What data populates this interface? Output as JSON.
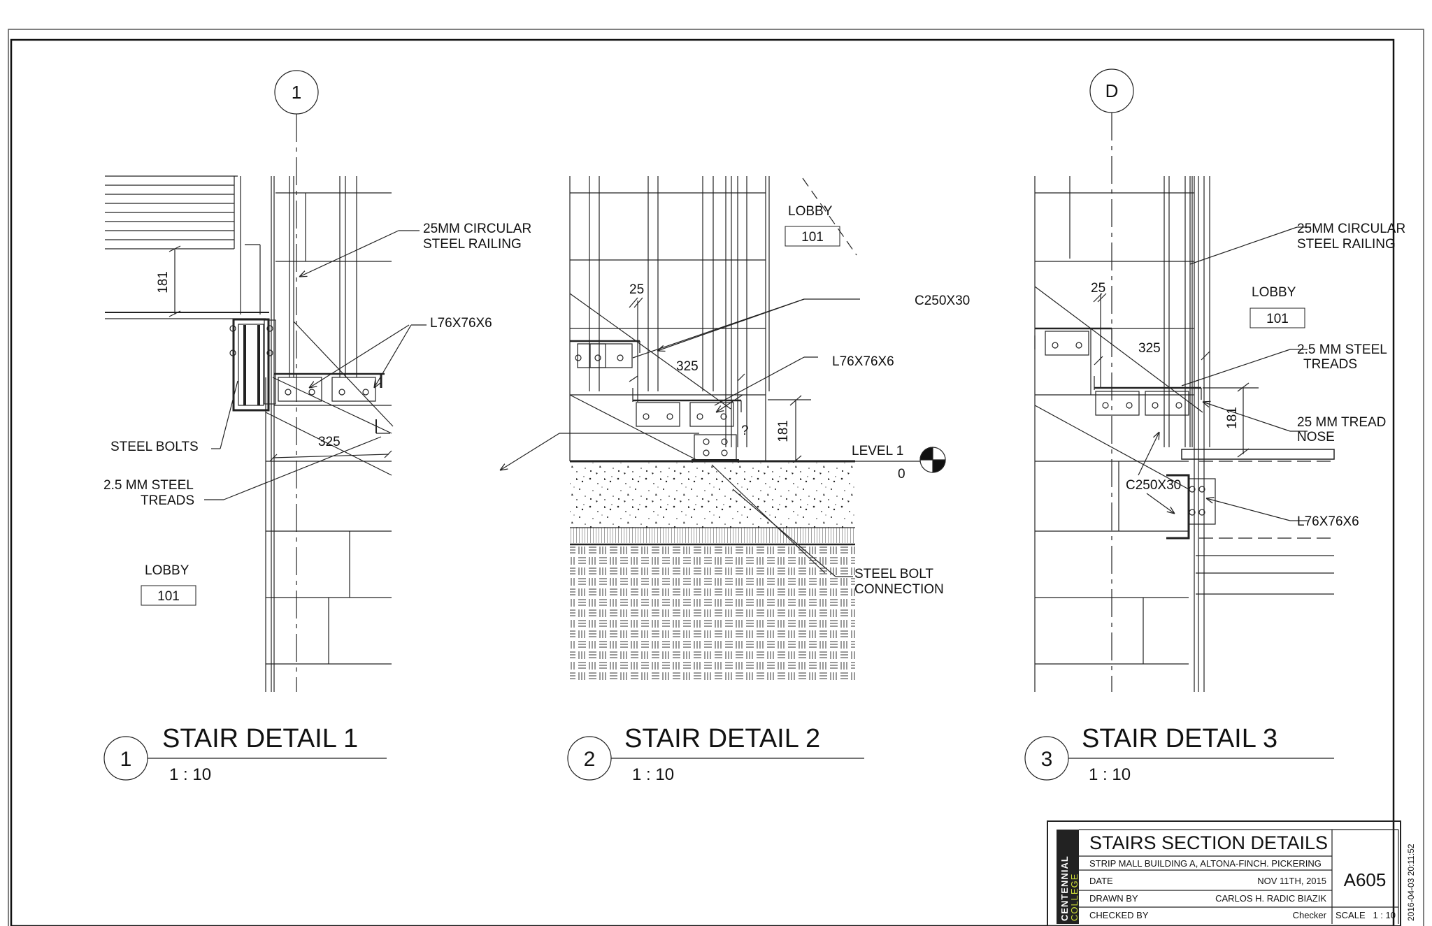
{
  "grid_bubbles": {
    "detail1": "1",
    "detail3": "D"
  },
  "detail1": {
    "railing_note": [
      "25MM CIRCULAR",
      "STEEL RAILING"
    ],
    "angle_note": "L76X76X6",
    "dim_rise": "181",
    "dim_run": "325",
    "bolts_note": "STEEL BOLTS",
    "treads_note": [
      "2.5 MM STEEL",
      "TREADS"
    ],
    "room_name": "LOBBY",
    "room_number": "101",
    "title": "STAIR DETAIL 1",
    "number": "1",
    "scale": "1 : 10"
  },
  "detail2": {
    "room_name": "LOBBY",
    "room_number": "101",
    "channel_note": "C250X30",
    "angle_note": "L76X76X6",
    "dim_25": "25",
    "dim_run": "325",
    "dim_rise": "181",
    "question": "?",
    "level_name": "LEVEL 1",
    "level_value": "0",
    "bolt_note": [
      "STEEL BOLT",
      "CONNECTION"
    ],
    "title": "STAIR DETAIL 2",
    "number": "2",
    "scale": "1 : 10"
  },
  "detail3": {
    "railing_note": [
      "25MM CIRCULAR",
      "STEEL RAILING"
    ],
    "room_name": "LOBBY",
    "room_number": "101",
    "dim_25": "25",
    "dim_run": "325",
    "dim_rise": "181",
    "treads_note": [
      "2.5 MM STEEL",
      "TREADS"
    ],
    "nose_note": [
      "25 MM TREAD",
      "NOSE"
    ],
    "channel_note": "C250X30",
    "angle_note": "L76X76X6",
    "title": "STAIR DETAIL 3",
    "number": "3",
    "scale": "1 : 10"
  },
  "title_block": {
    "logo": [
      "CENTENNIAL",
      "COLLEGE"
    ],
    "sheet_title": "STAIRS SECTION DETAILS",
    "project": "STRIP MALL BUILDING A, ALTONA-FINCH. PICKERING",
    "date_label": "DATE",
    "date_value": "NOV 11TH, 2015",
    "drawn_label": "DRAWN BY",
    "drawn_value": "CARLOS H. RADIC BIAZIK",
    "checked_label": "CHECKED BY",
    "checked_value": "Checker",
    "sheet_number": "A605",
    "scale_label": "SCALE",
    "scale_value": "1 : 10",
    "timestamp": "2016-04-03 20:11:52"
  }
}
